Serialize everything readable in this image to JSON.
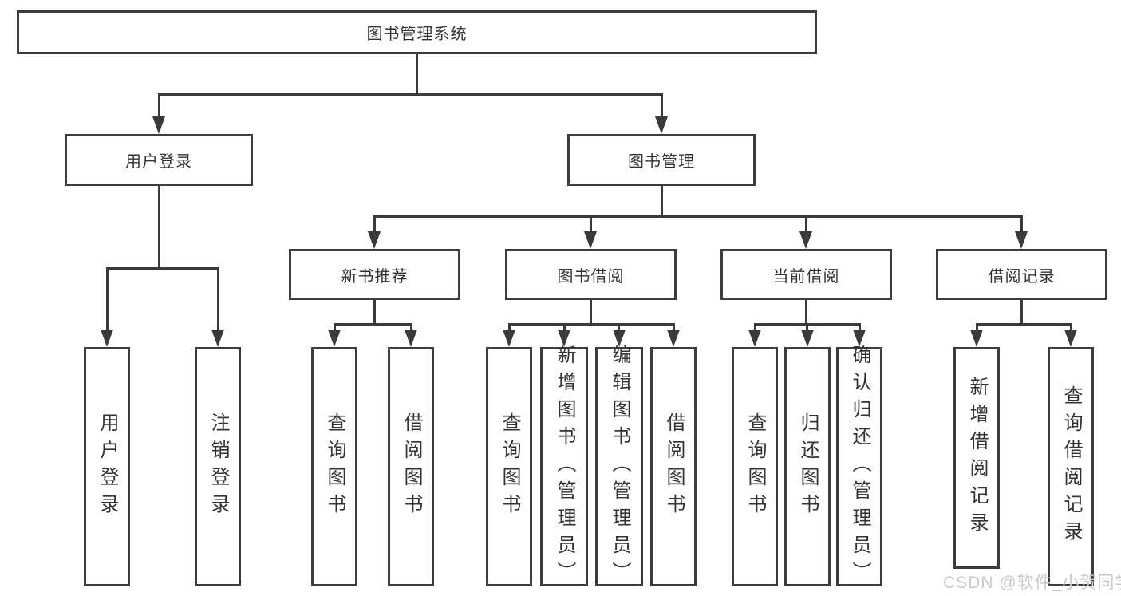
{
  "diagram_type": "hierarchy-tree",
  "root": {
    "label": "图书管理系统",
    "children": [
      {
        "label": "用户登录",
        "children": [
          {
            "label": "用户登录"
          },
          {
            "label": "注销登录"
          }
        ]
      },
      {
        "label": "图书管理",
        "children": [
          {
            "label": "新书推荐",
            "children": [
              {
                "label": "查询图书"
              },
              {
                "label": "借阅图书"
              }
            ]
          },
          {
            "label": "图书借阅",
            "children": [
              {
                "label": "查询图书"
              },
              {
                "label": "新增图书（管理员）"
              },
              {
                "label": "编辑图书（管理员）"
              },
              {
                "label": "借阅图书"
              }
            ]
          },
          {
            "label": "当前借阅",
            "children": [
              {
                "label": "查询图书"
              },
              {
                "label": "归还图书"
              },
              {
                "label": "确认归还（管理员）"
              }
            ]
          },
          {
            "label": "借阅记录",
            "children": [
              {
                "label": "新增借阅记录"
              },
              {
                "label": "查询借阅记录"
              }
            ]
          }
        ]
      }
    ]
  },
  "watermark": {
    "text": "CSDN @软件_小贺同学"
  },
  "colors": {
    "line": "#3a3a3a",
    "box_border": "#3d3d3d",
    "text": "#333333",
    "watermark": "#c9c9c9",
    "background": "#ffffff"
  }
}
